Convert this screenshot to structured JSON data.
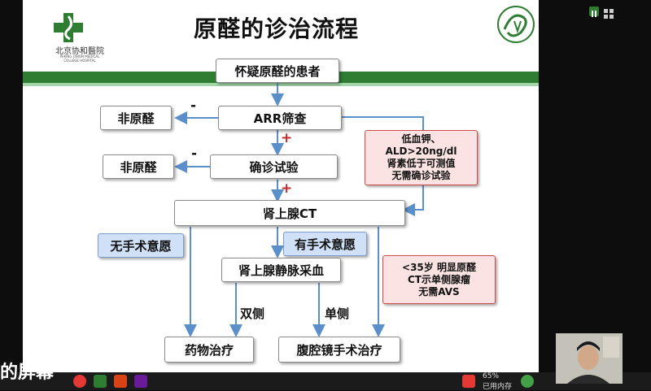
{
  "slide": {
    "title": "原醛的诊治流程",
    "hospital_name_cn": "北京协和醫院",
    "hospital_name_en_1": "PEKING UNION MEDICAL",
    "hospital_name_en_2": "COLLEGE HOSPITAL",
    "flow": {
      "suspected": "怀疑原醛的患者",
      "arr": "ARR筛查",
      "confirm": "确诊试验",
      "ct": "肾上腺CT",
      "non_pa_1": "非原醛",
      "non_pa_2": "非原醛",
      "no_surgery": "无手术意愿",
      "has_surgery": "有手术意愿",
      "avs": "肾上腺静脉采血",
      "drug": "药物治疗",
      "laparoscopic": "腹腔镜手术治疗",
      "minus": "-",
      "plus": "+",
      "bilateral": "双侧",
      "unilateral": "单侧",
      "note1": [
        "低血钾、",
        "ALD>20ng/dl",
        "肾素低于可测值",
        "无需确诊试验"
      ],
      "note2": [
        "<35岁   明显原醛",
        "CT示单侧腺瘤",
        "无需AVS"
      ]
    }
  },
  "overlay": {
    "caption": "的屏幕",
    "memory_pct": "65%",
    "memory_label": "已用内存"
  },
  "colors": {
    "green_band": "#2e7d32",
    "blue_box": "#cfe0f7",
    "pink_box": "#fbe3e3",
    "red_sign": "#c62828",
    "arrow": "#5b8fc9"
  },
  "icons": [
    "hospital-logo-icon",
    "pumch-emblem-icon",
    "pause-icon",
    "grid-icon",
    "taskbar-app-icons"
  ]
}
